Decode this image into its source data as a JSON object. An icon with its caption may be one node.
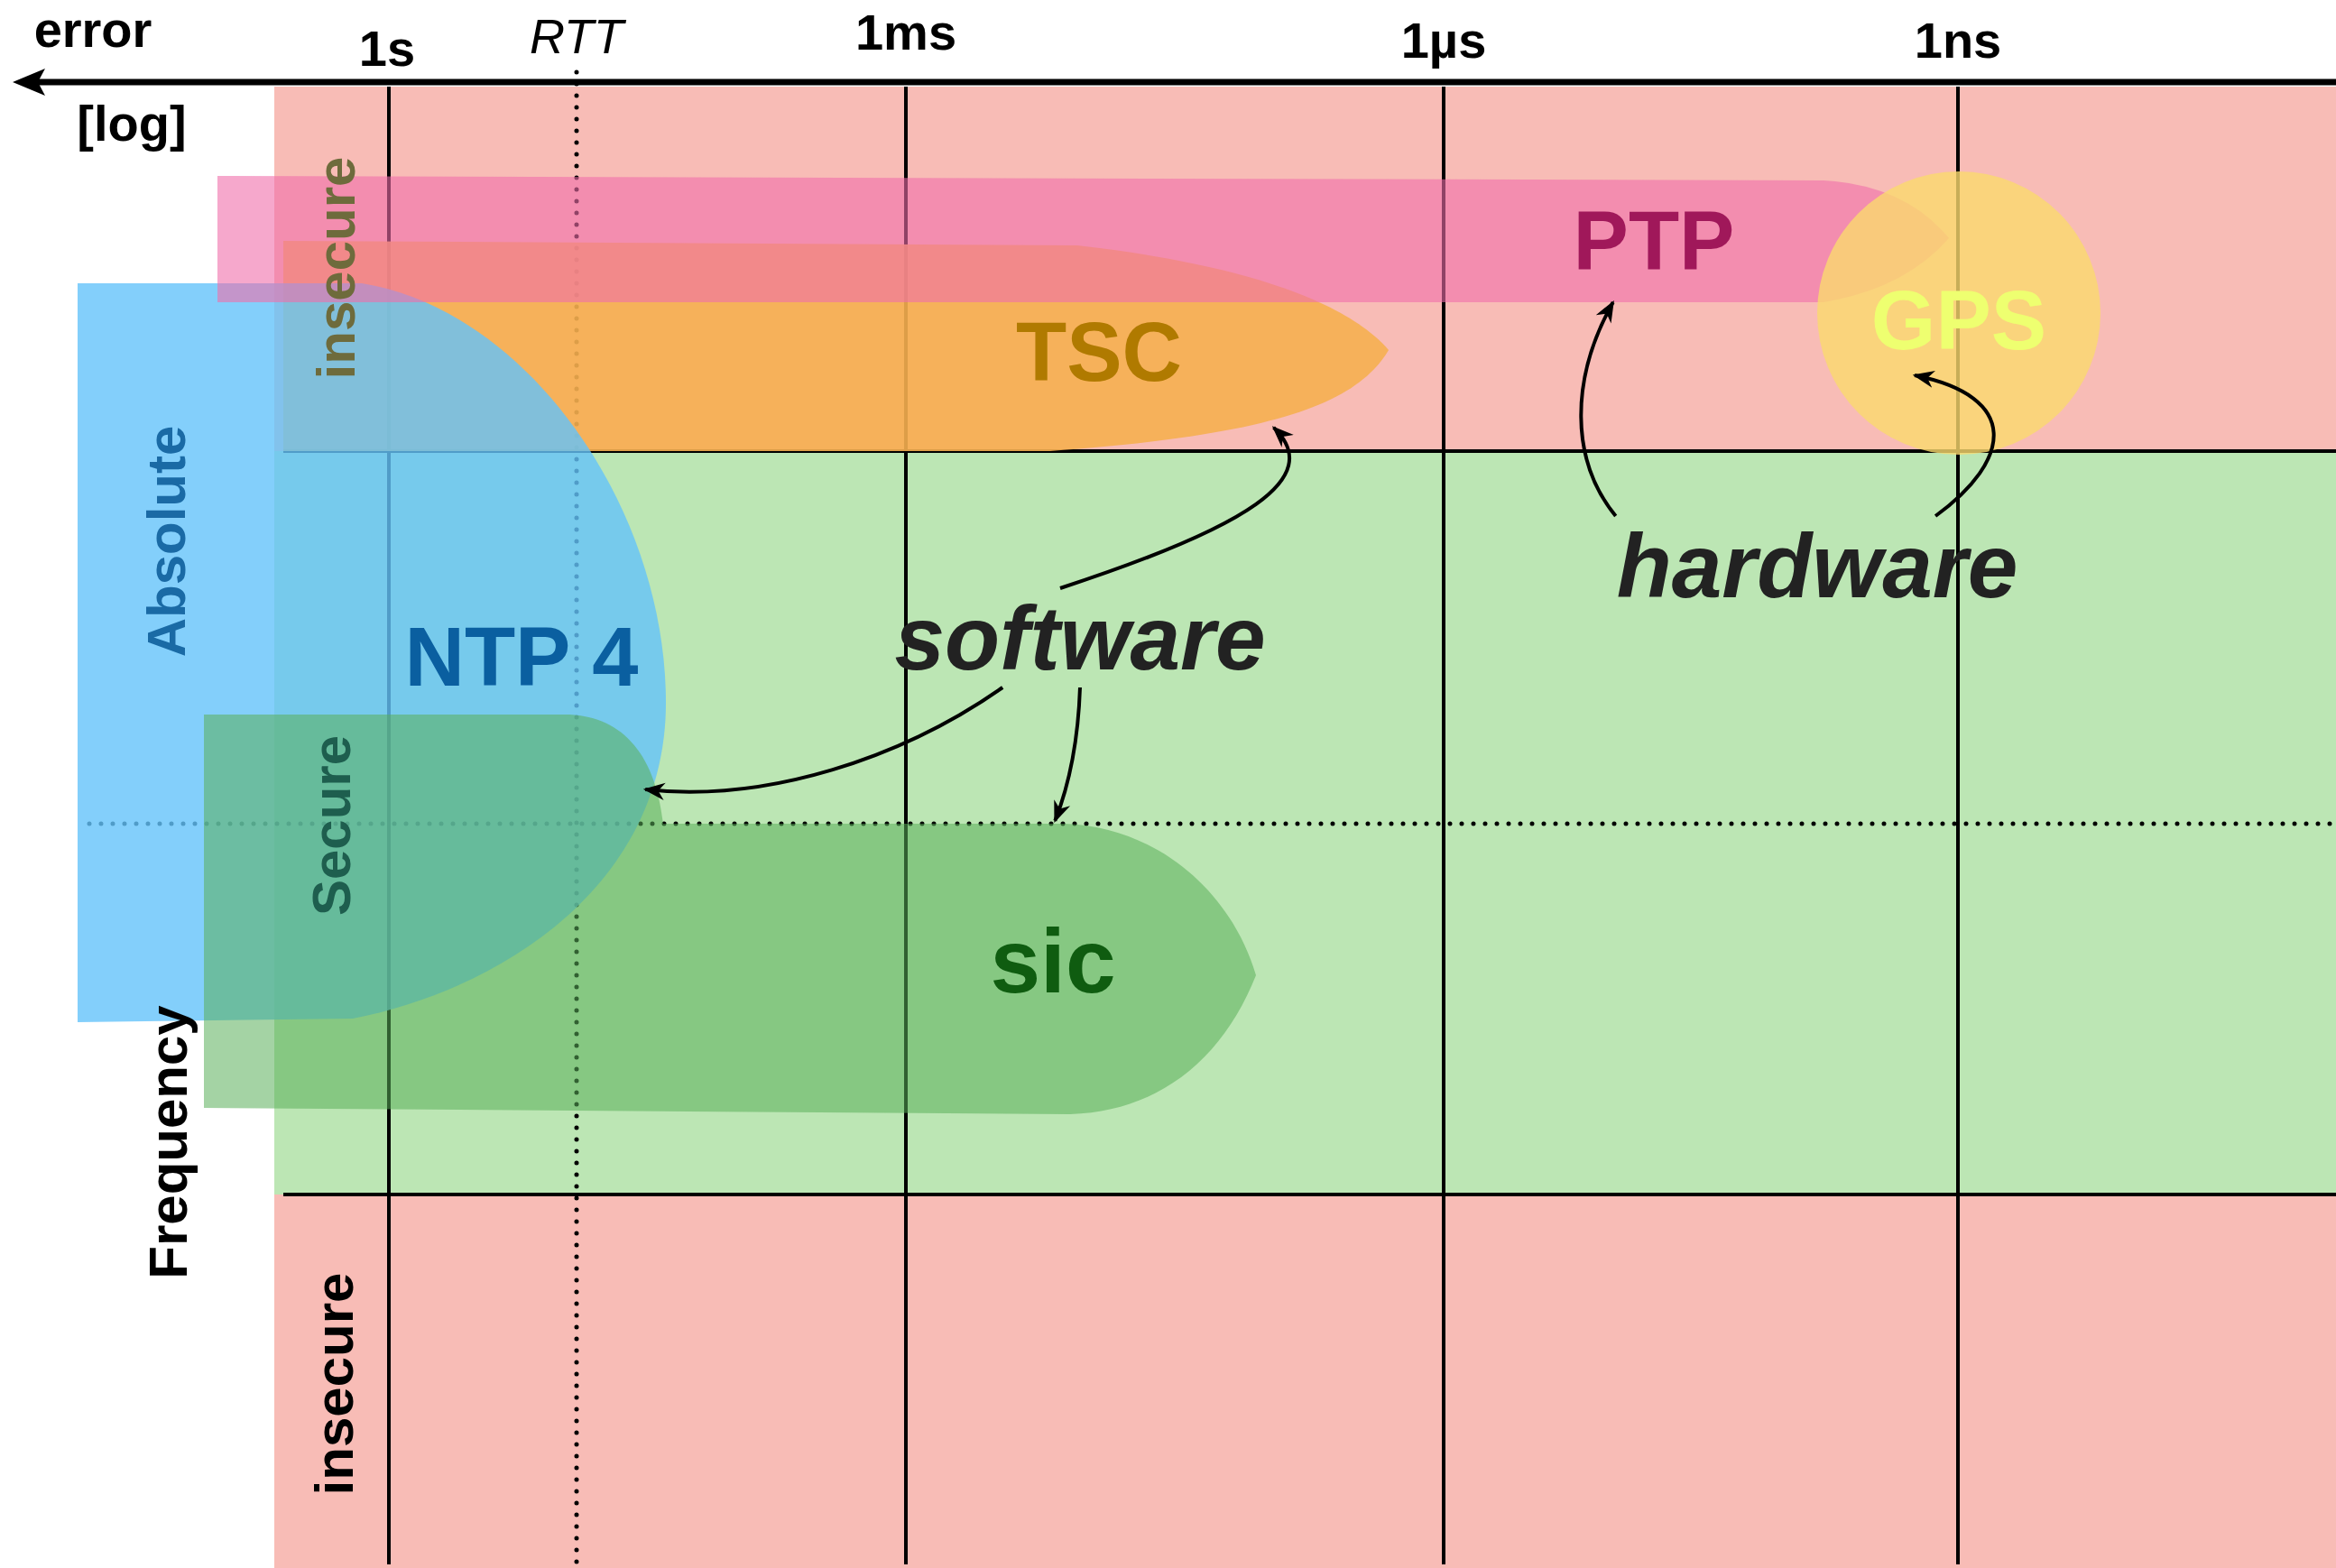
{
  "diagram": {
    "nodes": [
      {
        "text": [
          "PTP"
        ]
      },
      {
        "text": [
          "GPS"
        ]
      },
      {
        "text": [
          "TSC"
        ]
      },
      {
        "text": [
          "NTP 4"
        ]
      },
      {
        "text": [
          "sic"
        ]
      },
      {
        "text": [
          "software"
        ]
      },
      {
        "text": [
          "hardware"
        ]
      }
    ],
    "edges": [
      {
        "from": 5,
        "to": 2,
        "arrow": "to"
      },
      {
        "from": 5,
        "to": 3,
        "arrow": "to"
      },
      {
        "from": 5,
        "to": 4,
        "arrow": "to"
      },
      {
        "from": 6,
        "to": 0,
        "arrow": "to"
      },
      {
        "from": 6,
        "to": 1,
        "arrow": "to"
      }
    ],
    "labels": [
      "error",
      "1s",
      "RTT",
      "1ms",
      "1µs",
      "1ns",
      "[log]",
      "insecure",
      "Absolute",
      "Secure",
      "Frequency",
      "insecure"
    ]
  }
}
